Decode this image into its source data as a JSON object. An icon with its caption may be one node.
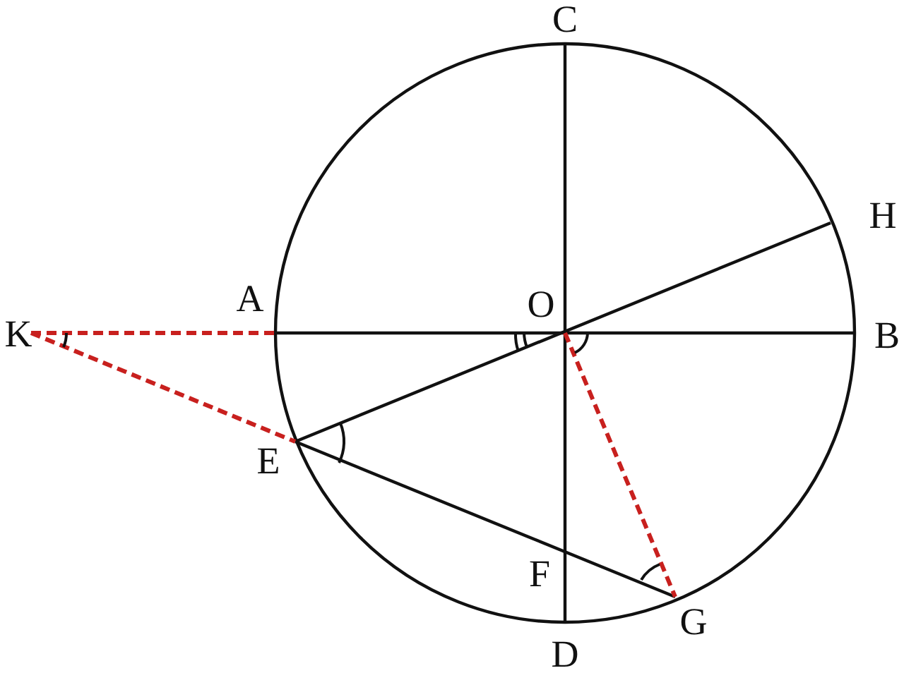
{
  "diagram": {
    "labels": [
      "C",
      "H",
      "K",
      "A",
      "O",
      "B",
      "E",
      "F",
      "G",
      "D"
    ]
  }
}
